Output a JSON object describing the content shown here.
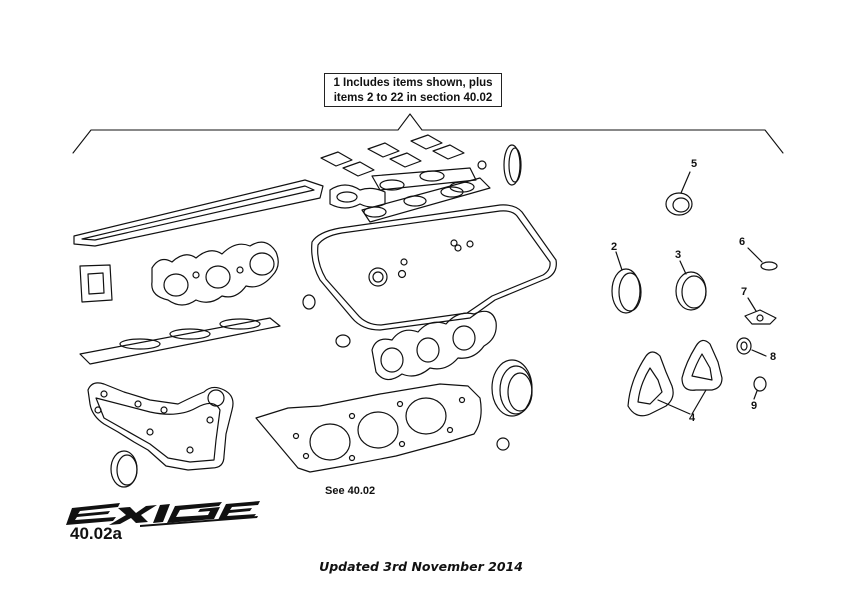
{
  "callout": {
    "line1": "1 Includes items shown, plus",
    "line2": "items 2 to 22 in section 40.02"
  },
  "labels": {
    "item2": "2",
    "item3": "3",
    "item4": "4",
    "item5": "5",
    "item6": "6",
    "item7": "7",
    "item8": "8",
    "item9": "9"
  },
  "see_ref": "See 40.02",
  "logo_text": "EXIGE",
  "section_ref": "40.02a",
  "footer": "Updated 3rd November 2014"
}
